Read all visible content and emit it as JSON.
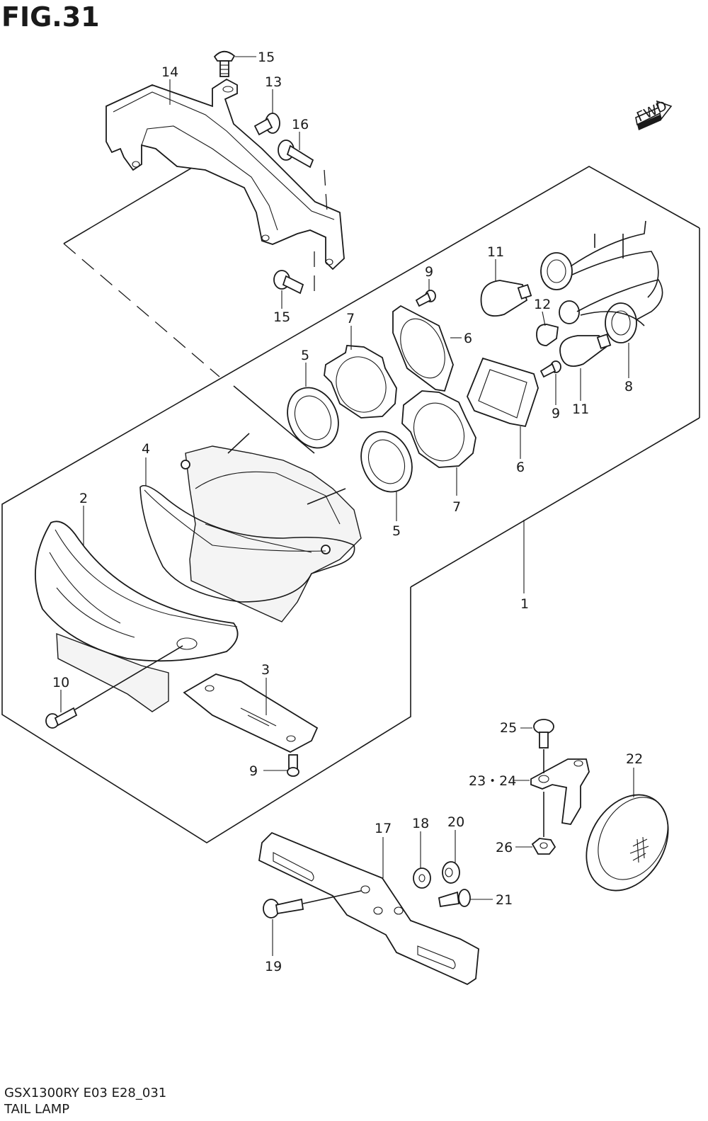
{
  "figure": {
    "title": "FIG.31",
    "model_code": "GSX1300RY E03 E28_031",
    "section_name": "TAIL LAMP",
    "fwd_label": "FWD"
  },
  "callouts": [
    {
      "id": "c15a",
      "label": "15"
    },
    {
      "id": "c14",
      "label": "14"
    },
    {
      "id": "c13",
      "label": "13"
    },
    {
      "id": "c16",
      "label": "16"
    },
    {
      "id": "c15b",
      "label": "15"
    },
    {
      "id": "c11a",
      "label": "11"
    },
    {
      "id": "c9a",
      "label": "9"
    },
    {
      "id": "c12",
      "label": "12"
    },
    {
      "id": "c7a",
      "label": "7"
    },
    {
      "id": "c6a",
      "label": "6"
    },
    {
      "id": "c5a",
      "label": "5"
    },
    {
      "id": "c9b",
      "label": "9"
    },
    {
      "id": "c11b",
      "label": "11"
    },
    {
      "id": "c8",
      "label": "8"
    },
    {
      "id": "c4",
      "label": "4"
    },
    {
      "id": "c6b",
      "label": "6"
    },
    {
      "id": "c2",
      "label": "2"
    },
    {
      "id": "c7b",
      "label": "7"
    },
    {
      "id": "c5b",
      "label": "5"
    },
    {
      "id": "c1",
      "label": "1"
    },
    {
      "id": "c3",
      "label": "3"
    },
    {
      "id": "c10",
      "label": "10"
    },
    {
      "id": "c25",
      "label": "25"
    },
    {
      "id": "c22",
      "label": "22"
    },
    {
      "id": "c9c",
      "label": "9"
    },
    {
      "id": "c2324",
      "label": "23・24"
    },
    {
      "id": "c17",
      "label": "17"
    },
    {
      "id": "c18",
      "label": "18"
    },
    {
      "id": "c20",
      "label": "20"
    },
    {
      "id": "c26",
      "label": "26"
    },
    {
      "id": "c21",
      "label": "21"
    },
    {
      "id": "c19",
      "label": "19"
    }
  ]
}
